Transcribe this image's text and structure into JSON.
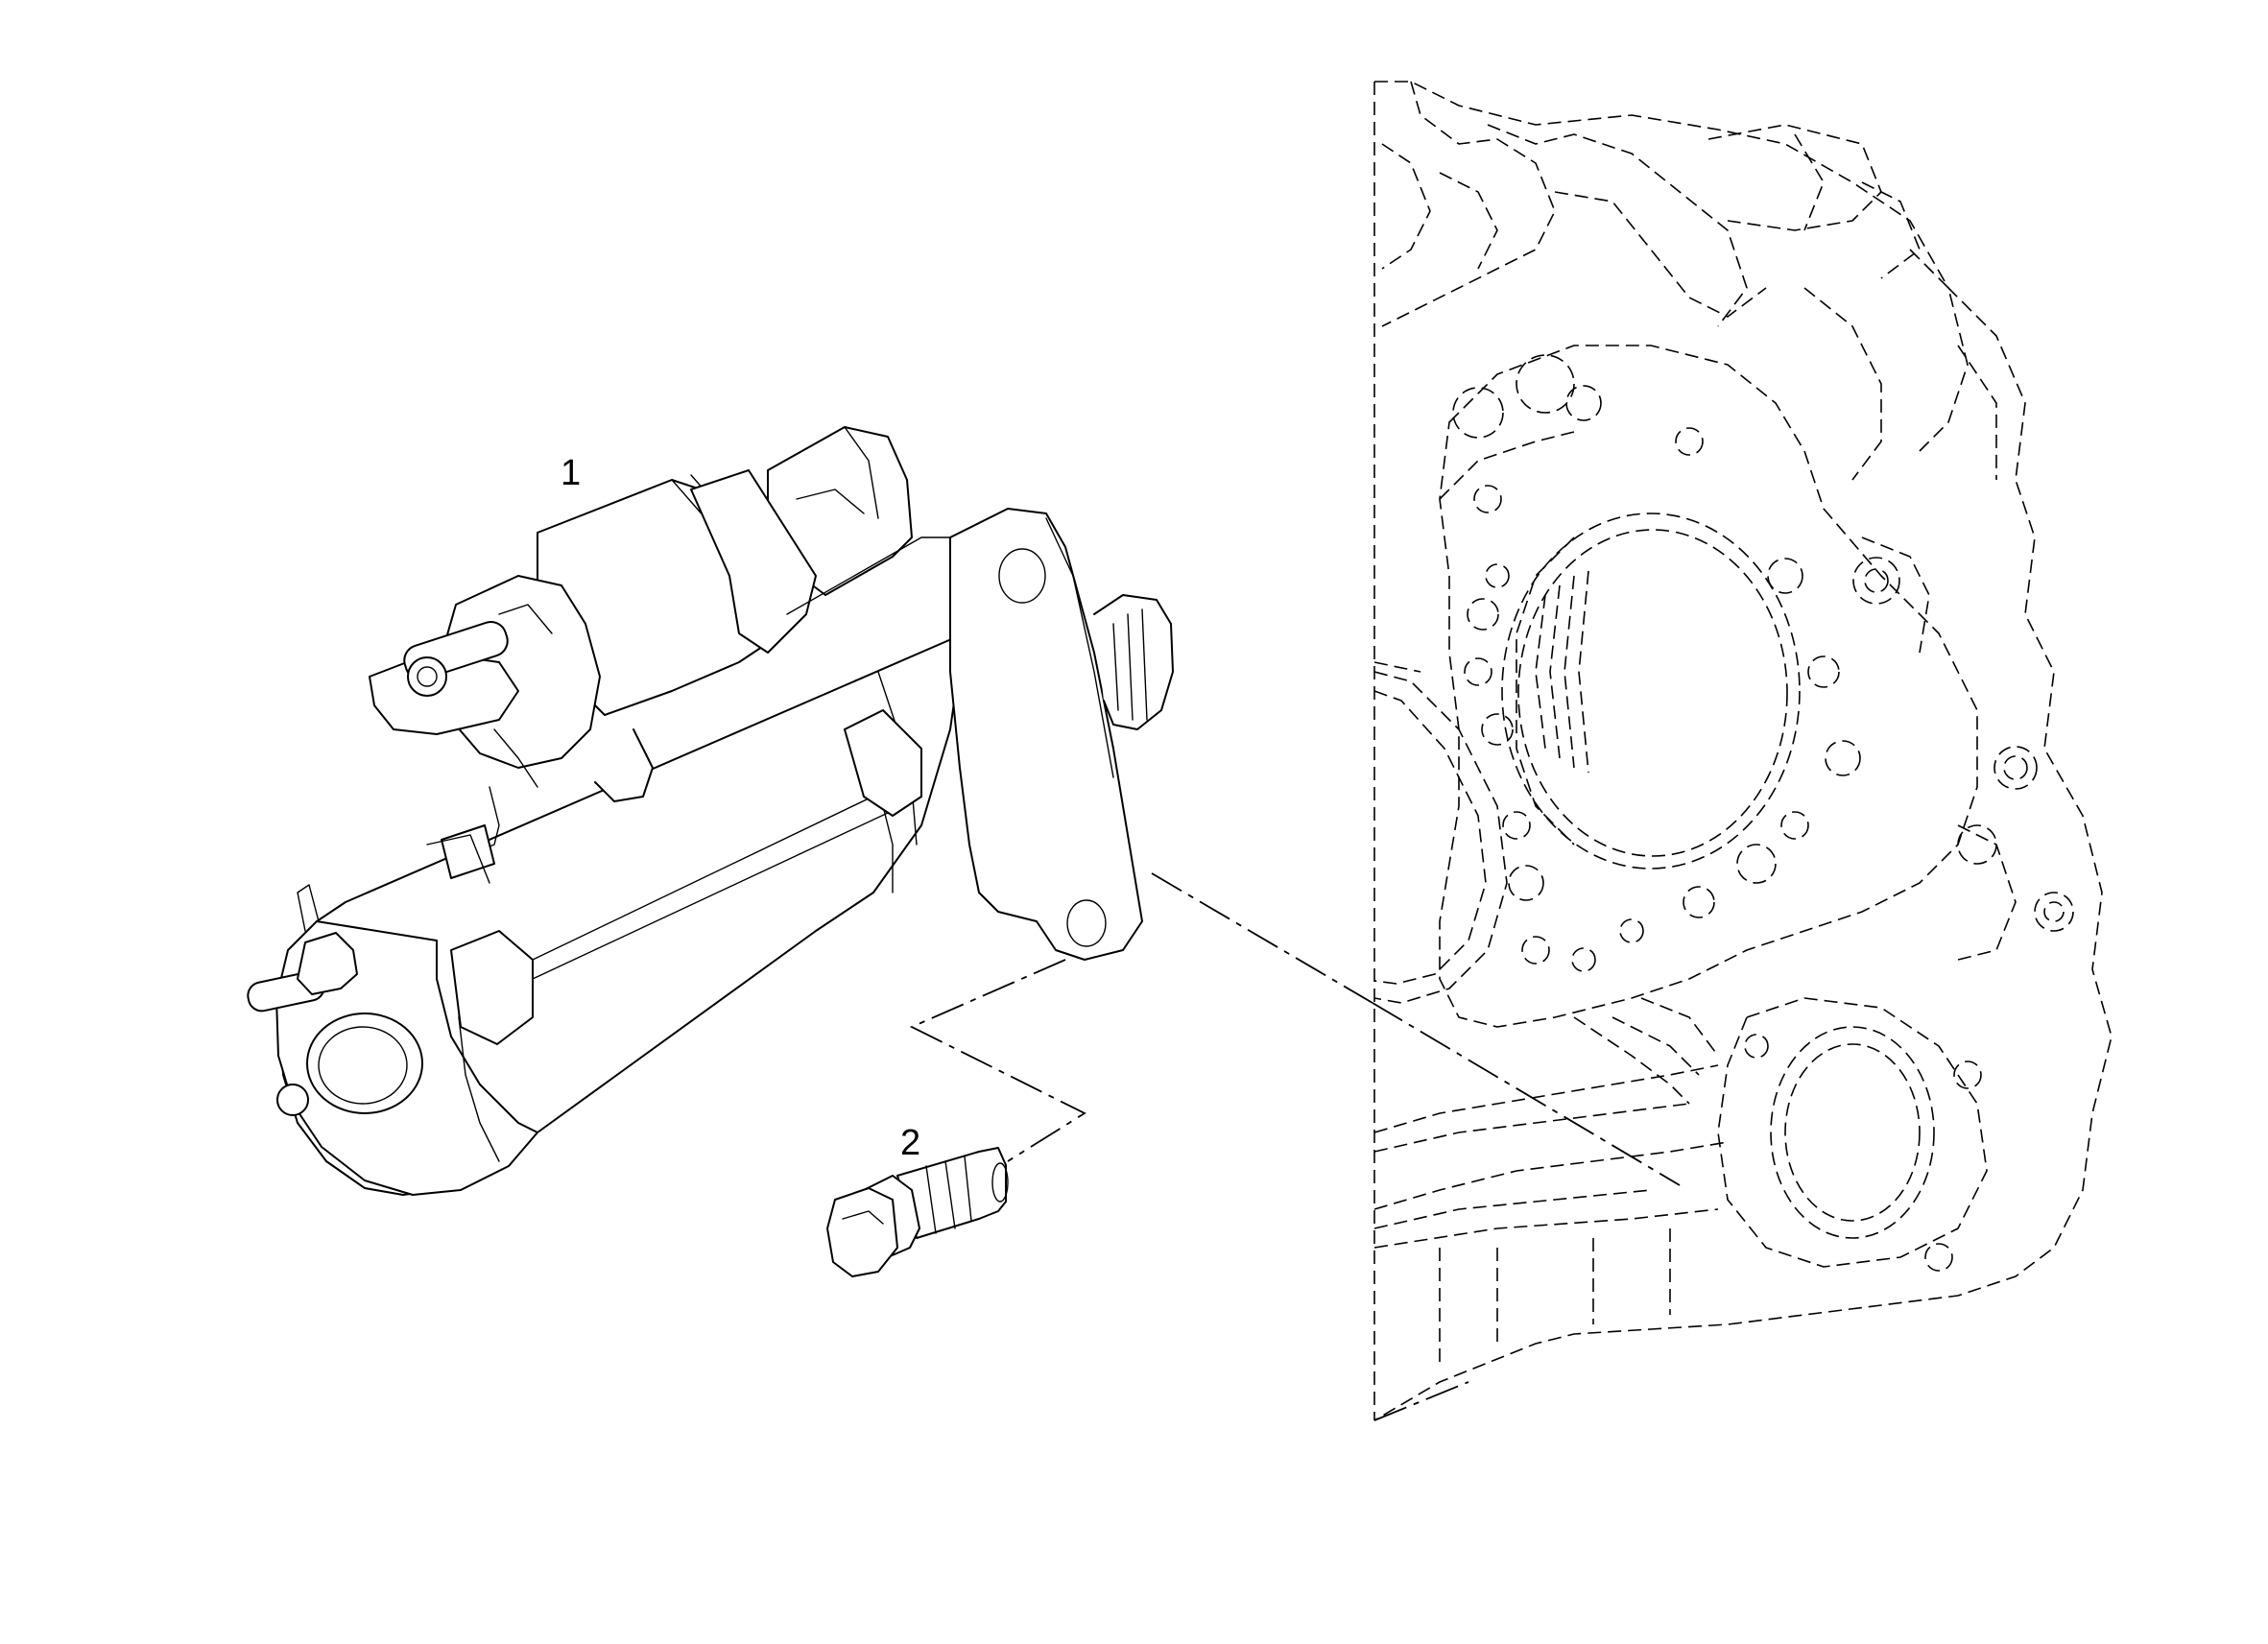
{
  "callouts": {
    "item_1": "1",
    "item_2": "2"
  },
  "parts": [
    {
      "callout": "1",
      "icon": "starter-motor-icon"
    },
    {
      "callout": "2",
      "icon": "flange-bolt-icon"
    }
  ],
  "colors": {
    "line": "#000000",
    "background": "#ffffff"
  }
}
